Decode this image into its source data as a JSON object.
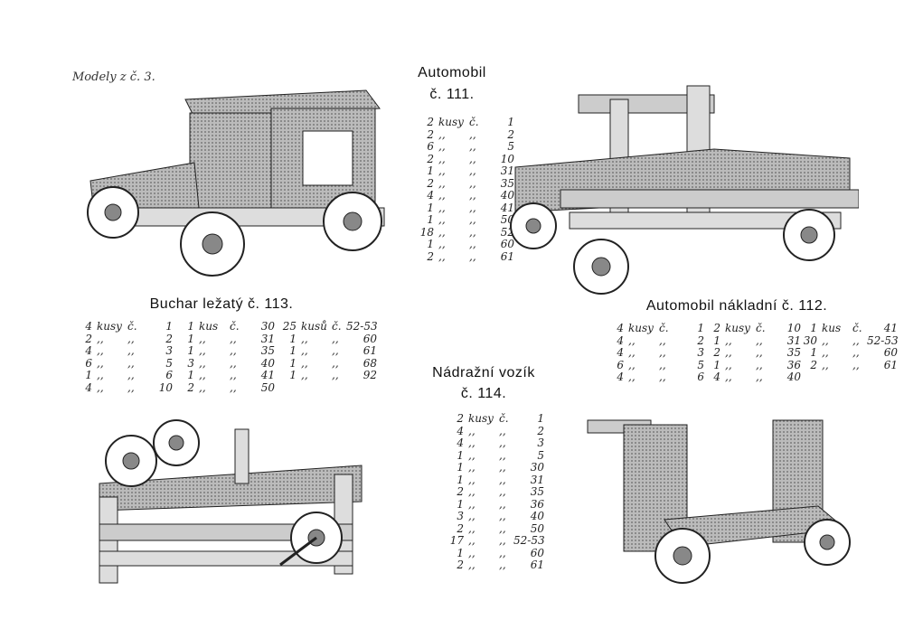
{
  "page_heading": "Modely z č. 3.",
  "models": [
    {
      "id": "111",
      "title_lines": [
        "Automobil",
        "č. 111."
      ],
      "columns": [
        [
          [
            "2",
            "kusy",
            "č.",
            "1"
          ],
          [
            "2",
            ",,",
            ",,",
            "2"
          ],
          [
            "6",
            ",,",
            ",,",
            "5"
          ],
          [
            "2",
            ",,",
            ",,",
            "10"
          ],
          [
            "1",
            ",,",
            ",,",
            "31"
          ],
          [
            "2",
            ",,",
            ",,",
            "35"
          ],
          [
            "4",
            ",,",
            ",,",
            "40"
          ],
          [
            "1",
            ",,",
            ",,",
            "41"
          ],
          [
            "1",
            ",,",
            ",,",
            "50"
          ],
          [
            "18",
            ",,",
            ",,",
            "52"
          ],
          [
            "1",
            ",,",
            ",,",
            "60"
          ],
          [
            "2",
            ",,",
            ",,",
            "61"
          ]
        ]
      ]
    },
    {
      "id": "113",
      "title_lines": [
        "Buchar ležatý č. 113."
      ],
      "columns": [
        [
          [
            "4",
            "kusy",
            "č.",
            "1"
          ],
          [
            "2",
            ",,",
            ",,",
            "2"
          ],
          [
            "4",
            ",,",
            ",,",
            "3"
          ],
          [
            "6",
            ",,",
            ",,",
            "5"
          ],
          [
            "1",
            ",,",
            ",,",
            "6"
          ],
          [
            "4",
            ",,",
            ",,",
            "10"
          ]
        ],
        [
          [
            "1",
            "kus",
            "č.",
            "30"
          ],
          [
            "1",
            ",,",
            ",,",
            "31"
          ],
          [
            "1",
            ",,",
            ",,",
            "35"
          ],
          [
            "3",
            ",,",
            ",,",
            "40"
          ],
          [
            "1",
            ",,",
            ",,",
            "41"
          ],
          [
            "2",
            ",,",
            ",,",
            "50"
          ]
        ],
        [
          [
            "25",
            "kusů",
            "č.",
            "52-53"
          ],
          [
            "1",
            ",,",
            ",,",
            "60"
          ],
          [
            "1",
            ",,",
            ",,",
            "61"
          ],
          [
            "1",
            ",,",
            ",,",
            "68"
          ],
          [
            "1",
            ",,",
            ",,",
            "92"
          ]
        ]
      ]
    },
    {
      "id": "112",
      "title_lines": [
        "Automobil nákladní č. 112."
      ],
      "columns": [
        [
          [
            "4",
            "kusy",
            "č.",
            "1"
          ],
          [
            "4",
            ",,",
            ",,",
            "2"
          ],
          [
            "4",
            ",,",
            ",,",
            "3"
          ],
          [
            "6",
            ",,",
            ",,",
            "5"
          ],
          [
            "4",
            ",,",
            ",,",
            "6"
          ]
        ],
        [
          [
            "2",
            "kusy",
            "č.",
            "10"
          ],
          [
            "1",
            ",,",
            ",,",
            "31"
          ],
          [
            "2",
            ",,",
            ",,",
            "35"
          ],
          [
            "1",
            ",,",
            ",,",
            "36"
          ],
          [
            "4",
            ",,",
            ",,",
            "40"
          ]
        ],
        [
          [
            "1",
            "kus",
            "č.",
            "41"
          ],
          [
            "30",
            ",,",
            ",,",
            "52-53"
          ],
          [
            "1",
            ",,",
            ",,",
            "60"
          ],
          [
            "2",
            ",,",
            ",,",
            "61"
          ]
        ]
      ]
    },
    {
      "id": "114",
      "title_lines": [
        "Nádražní vozík",
        "č. 114."
      ],
      "columns": [
        [
          [
            "2",
            "kusy",
            "č.",
            "1"
          ],
          [
            "4",
            ",,",
            ",,",
            "2"
          ],
          [
            "4",
            ",,",
            ",,",
            "3"
          ],
          [
            "1",
            ",,",
            ",,",
            "5"
          ],
          [
            "1",
            ",,",
            ",,",
            "30"
          ],
          [
            "1",
            ",,",
            ",,",
            "31"
          ],
          [
            "2",
            ",,",
            ",,",
            "35"
          ],
          [
            "1",
            ",,",
            ",,",
            "36"
          ],
          [
            "3",
            ",,",
            ",,",
            "40"
          ],
          [
            "2",
            ",,",
            ",,",
            "50"
          ],
          [
            "17",
            ",,",
            ",,",
            "52-53"
          ],
          [
            "1",
            ",,",
            ",,",
            "60"
          ],
          [
            "2",
            ",,",
            ",,",
            "61"
          ]
        ]
      ]
    }
  ]
}
